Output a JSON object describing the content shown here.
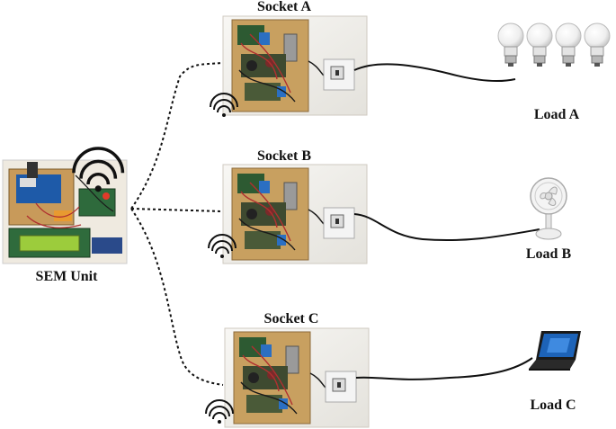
{
  "sem_unit": {
    "label": "SEM Unit"
  },
  "sockets": [
    {
      "label": "Socket A"
    },
    {
      "label": "Socket B"
    },
    {
      "label": "Socket C"
    }
  ],
  "loads": [
    {
      "label": "Load A",
      "device": "light-bulbs-icon"
    },
    {
      "label": "Load B",
      "device": "table-fan-icon"
    },
    {
      "label": "Load C",
      "device": "laptop-icon"
    }
  ],
  "colors": {
    "board_green": "#2f6b3c",
    "board_tan": "#c8a060",
    "enclosure": "#f2f0ec",
    "lcd": "#9ccc3c",
    "link": "#111111"
  }
}
